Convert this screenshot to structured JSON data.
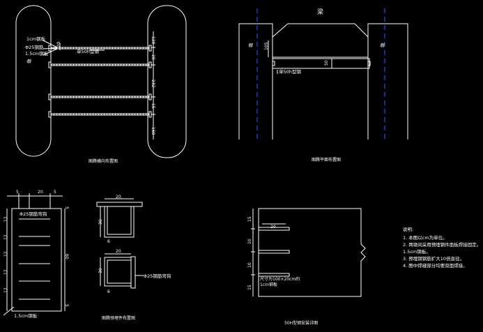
{
  "view1": {
    "caption": "图腾横向布置图",
    "labels": {
      "plate": "1cm钢板",
      "rebar": "Φ25钢筋",
      "plate2": "1.5cm钢板",
      "pier_short": "墩",
      "channel": "单50h型钢"
    },
    "dims": {
      "d1": "120",
      "d2": "20",
      "d3": "232",
      "d4": "15",
      "d5": "160",
      "d6": "15",
      "top": "20"
    }
  },
  "view2": {
    "caption": "图腾平面布置图",
    "beam": "梁",
    "pier_left": "墩",
    "pier_right": "墩",
    "channel": "单50h型钢",
    "dim_side": "105",
    "dim_box": "50"
  },
  "view3": {
    "caption": "图腾预埋件布置图",
    "dims": {
      "top_a": "5",
      "top_b": "20",
      "top_c": "5",
      "l1": "12",
      "l2": "12",
      "l3": "12",
      "l4": "12",
      "l5": "12",
      "r5": "5",
      "r60": "60",
      "rb5": "5"
    },
    "label_rebar": "Φ25钢筋弯钩",
    "label_plate": "1.5cm钢板",
    "hook1": {
      "w": "20",
      "h": "30",
      "b": "6"
    },
    "hook2": {
      "w": "20",
      "h": "30",
      "b": "6",
      "label": "Φ25钢筋弯钩"
    }
  },
  "view4": {
    "caption": "50H型钢安装详图",
    "dims": {
      "a": "15",
      "b": "10",
      "c": "10",
      "d": "15",
      "w": "20"
    },
    "note": "尺寸为100×20cm的1cm钢板"
  },
  "notes": {
    "title": "说明:",
    "items": [
      "1. 本图以cm为单位。",
      "2. 两墩间采用预埋钢件面板焊接固定。",
      "1.5cm钢板。",
      "3. 预埋钢钢筋扩大10倍直径。",
      "4. 图中焊缝部分均要双面焊接。"
    ]
  }
}
